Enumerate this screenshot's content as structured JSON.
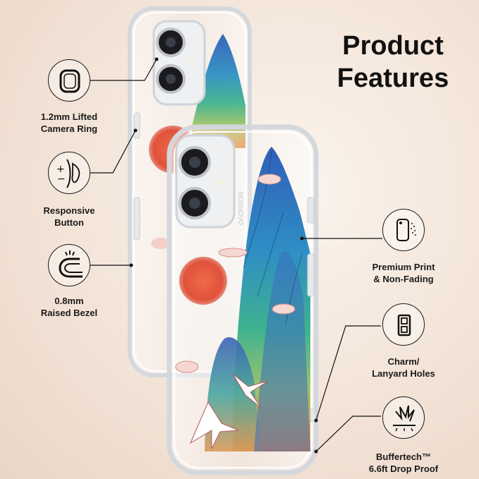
{
  "heading": {
    "line1": "Product",
    "line2": "Features"
  },
  "brand_on_case": "MOSNOVO",
  "features": {
    "camera_ring": {
      "line1": "1.2mm Lifted",
      "line2": "Camera Ring",
      "icon": "camera-ring-icon"
    },
    "button": {
      "line1": "Responsive",
      "line2": "Button",
      "icon": "button-press-icon"
    },
    "bezel": {
      "line1": "0.8mm",
      "line2": "Raised Bezel",
      "icon": "raised-bezel-icon"
    },
    "print": {
      "line1": "Premium Print",
      "line2": "& Non-Fading",
      "icon": "phone-spray-icon"
    },
    "holes": {
      "line1": "Charm/",
      "line2": "Lanyard Holes",
      "icon": "lanyard-holes-icon"
    },
    "drop": {
      "line1": "Buffertech™",
      "line2": "6.6ft Drop Proof",
      "icon": "drop-impact-icon"
    }
  },
  "colors": {
    "text": "#111111",
    "sun": "#e0523a",
    "mountain_blue": "#2f5fb8",
    "mountain_green": "#3fb28f",
    "mountain_orange": "#f08a3c"
  }
}
